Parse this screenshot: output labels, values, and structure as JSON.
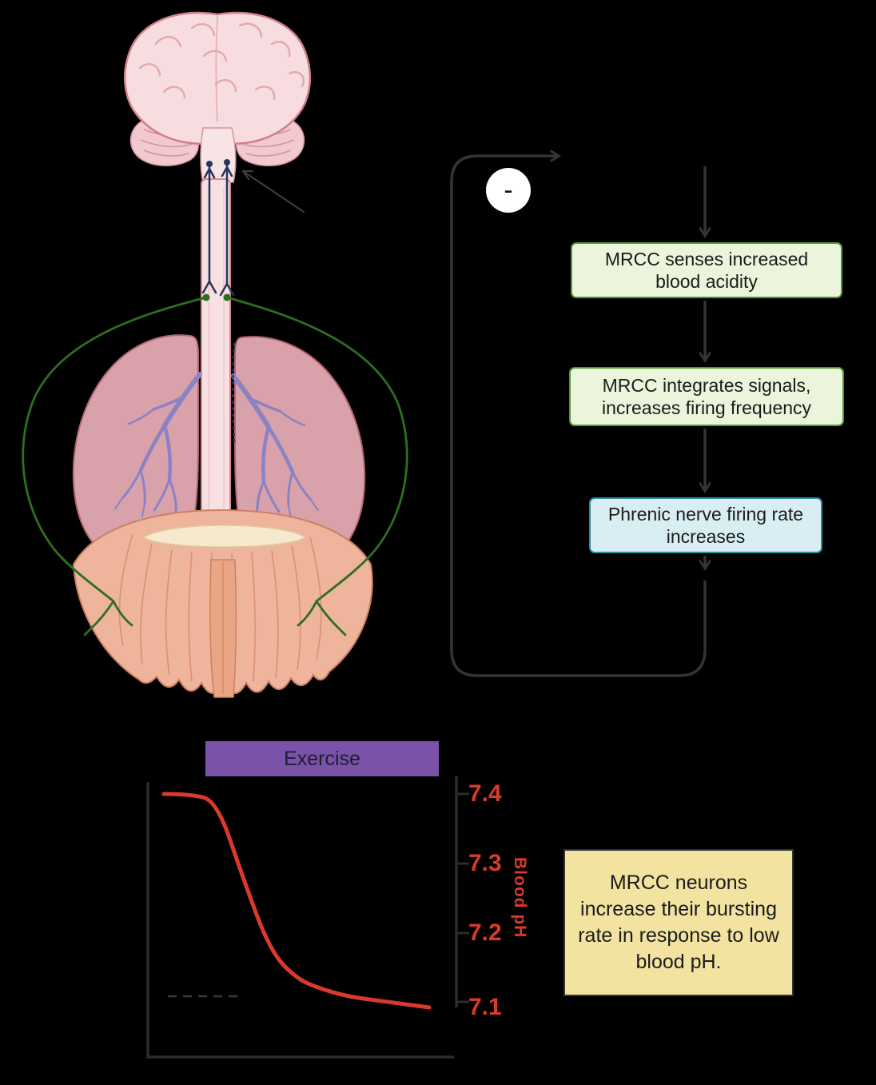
{
  "flowchart": {
    "minus_label": "-",
    "boxes": [
      {
        "label": "MRCC senses increased blood acidity"
      },
      {
        "label": "MRCC integrates signals, increases firing frequency"
      },
      {
        "label": "Phrenic nerve firing rate increases"
      }
    ]
  },
  "graph": {
    "exercise_label": "Exercise",
    "ylabel": "Blood pH",
    "yticks": [
      "7.4",
      "7.3",
      "7.2",
      "7.1"
    ]
  },
  "callout": {
    "text": "MRCC neurons increase their bursting rate in response to low blood pH."
  },
  "chart_data": {
    "type": "line",
    "title": "",
    "xlabel": "",
    "ylabel": "Blood pH",
    "yticks": [
      7.4,
      7.3,
      7.2,
      7.1
    ],
    "ylim": [
      7.05,
      7.45
    ],
    "legend": "none",
    "grid": false,
    "annotations": [
      "Exercise"
    ],
    "x": [
      0,
      1,
      2,
      3,
      4,
      5,
      6,
      7,
      8,
      9,
      10
    ],
    "series": [
      {
        "name": "Blood pH",
        "values": [
          7.4,
          7.4,
          7.39,
          7.28,
          7.18,
          7.14,
          7.125,
          7.115,
          7.11,
          7.105,
          7.1
        ]
      }
    ]
  },
  "colors": {
    "background": "#000000",
    "green_box_fill": "#ebf5dc",
    "green_box_border": "#55982f",
    "blue_box_fill": "#d9eef3",
    "blue_box_border": "#2e8aa0",
    "exercise_bar_purple": "#7a52a8",
    "callout_yellow": "#f2e3a0",
    "curve_red": "#d93a2b",
    "nerve_green": "#2f6e22",
    "connector_dark": "#343434"
  }
}
